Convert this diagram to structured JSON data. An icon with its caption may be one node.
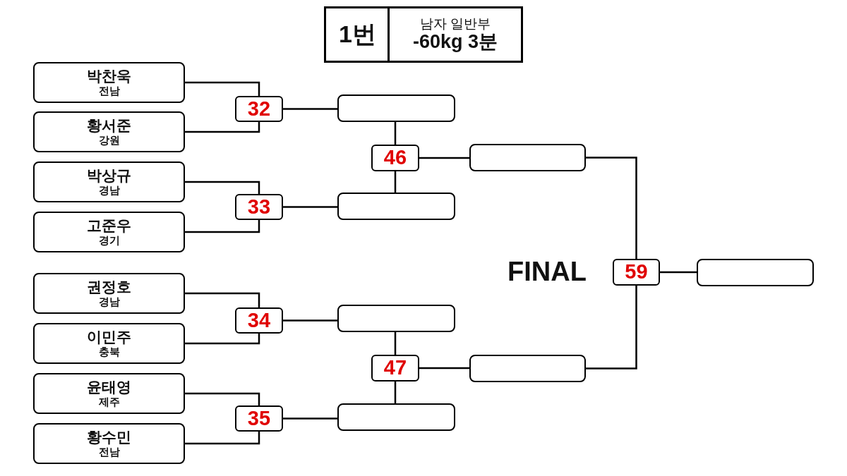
{
  "diagram": {
    "nodes": [
      {
        "text": [
          "1번"
        ]
      },
      {
        "text": [
          "남자 일반부",
          "-60kg 3분"
        ]
      },
      {
        "text": [
          "박찬욱",
          "전남"
        ]
      },
      {
        "text": [
          "황서준",
          "강원"
        ]
      },
      {
        "text": [
          "박상규",
          "경남"
        ]
      },
      {
        "text": [
          "고준우",
          "경기"
        ]
      },
      {
        "text": [
          "권정호",
          "경남"
        ]
      },
      {
        "text": [
          "이민주",
          "충북"
        ]
      },
      {
        "text": [
          "윤태영",
          "제주"
        ]
      },
      {
        "text": [
          "황수민",
          "전남"
        ]
      },
      {
        "text": [
          "32"
        ]
      },
      {
        "text": [
          "33"
        ]
      },
      {
        "text": [
          "34"
        ]
      },
      {
        "text": [
          "35"
        ]
      },
      {
        "text": [],
        "shape": "box"
      },
      {
        "text": [],
        "shape": "box"
      },
      {
        "text": [],
        "shape": "box"
      },
      {
        "text": [],
        "shape": "box"
      },
      {
        "text": [
          "46"
        ]
      },
      {
        "text": [
          "47"
        ]
      },
      {
        "text": [],
        "shape": "box"
      },
      {
        "text": [],
        "shape": "box"
      },
      {
        "text": [
          "59"
        ]
      },
      {
        "text": [],
        "shape": "box"
      }
    ],
    "edges": [
      {
        "from": 2,
        "to": 10,
        "arrow": "none"
      },
      {
        "from": 3,
        "to": 10,
        "arrow": "none"
      },
      {
        "from": 4,
        "to": 11,
        "arrow": "none"
      },
      {
        "from": 5,
        "to": 11,
        "arrow": "none"
      },
      {
        "from": 6,
        "to": 12,
        "arrow": "none"
      },
      {
        "from": 7,
        "to": 12,
        "arrow": "none"
      },
      {
        "from": 8,
        "to": 13,
        "arrow": "none"
      },
      {
        "from": 9,
        "to": 13,
        "arrow": "none"
      },
      {
        "from": 10,
        "to": 14,
        "arrow": "none"
      },
      {
        "from": 11,
        "to": 15,
        "arrow": "none"
      },
      {
        "from": 12,
        "to": 16,
        "arrow": "none"
      },
      {
        "from": 13,
        "to": 17,
        "arrow": "none"
      },
      {
        "from": 14,
        "to": 18,
        "arrow": "none"
      },
      {
        "from": 15,
        "to": 18,
        "arrow": "none"
      },
      {
        "from": 16,
        "to": 19,
        "arrow": "none"
      },
      {
        "from": 17,
        "to": 19,
        "arrow": "none"
      },
      {
        "from": 18,
        "to": 20,
        "arrow": "none"
      },
      {
        "from": 19,
        "to": 21,
        "arrow": "none"
      },
      {
        "from": 20,
        "to": 22,
        "arrow": "none"
      },
      {
        "from": 21,
        "to": 22,
        "arrow": "none"
      },
      {
        "from": 22,
        "to": 23,
        "arrow": "none"
      }
    ],
    "labels": [
      "FINAL"
    ]
  }
}
